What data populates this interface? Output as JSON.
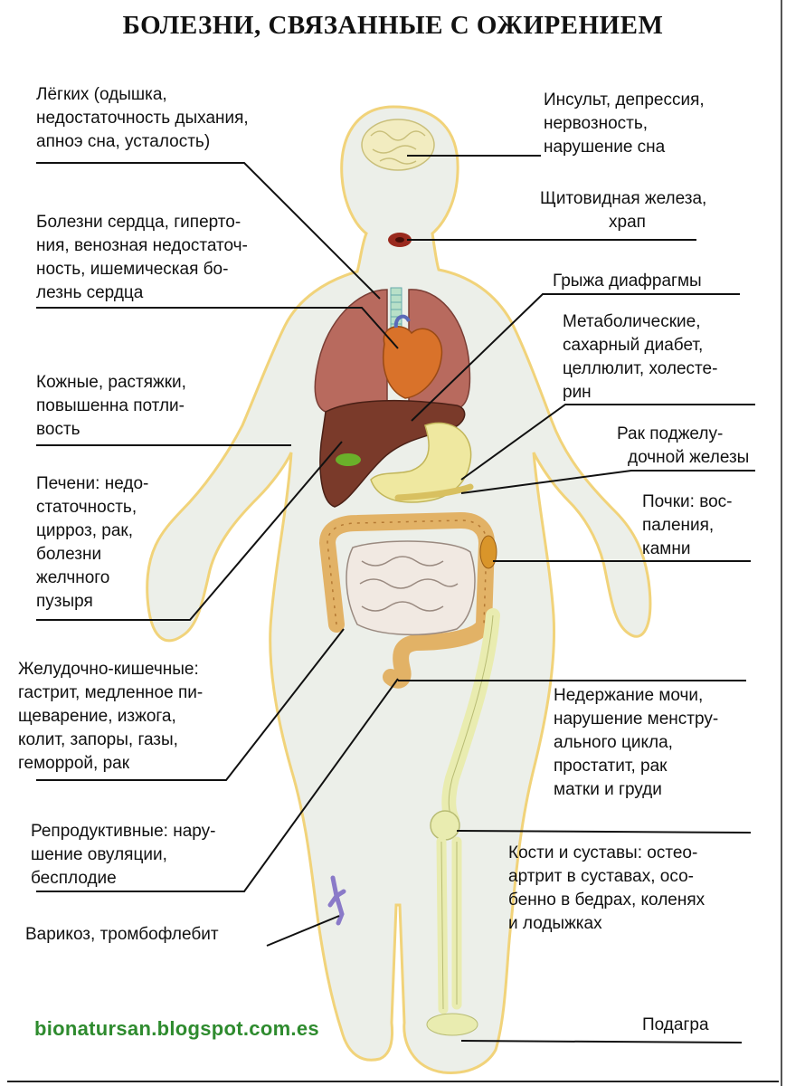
{
  "title": "БОЛЕЗНИ, СВЯЗАННЫЕ С ОЖИРЕНИЕМ",
  "website": "bionatursan.blogspot.com.es",
  "labels": {
    "lungs": [
      "Лёгких (одышка,",
      "недостаточность  дыхания,",
      "апноэ сна, усталость)"
    ],
    "heart": [
      "Болезни сердца, гиперто-",
      "ния, венозная недостаточ-",
      "ность, ишемическая бо-",
      "лезнь сердца"
    ],
    "skin": [
      "Кожные, растяжки,",
      "повышенна потли-",
      "вость"
    ],
    "liver": [
      "Печени: недо-",
      "статочность,",
      "цирроз, рак,",
      "болезни",
      "желчного",
      "пузыря"
    ],
    "gastro": [
      "Желудочно-кишечные:",
      "гастрит, медленное пи-",
      "щеварение, изжога,",
      "колит, запоры, газы,",
      "геморрой, рак"
    ],
    "reproductive": [
      "Репродуктивные: нару-",
      "шение овуляции,",
      "бесплодие"
    ],
    "varicose": [
      "Варикоз, тромбофлебит"
    ],
    "stroke": [
      "Инсульт, депрессия,",
      "нервозность,",
      "нарушение сна"
    ],
    "thyroid": [
      "Щитовидная железа,",
      "храп"
    ],
    "hernia": [
      "Грыжа диафрагмы"
    ],
    "metabolic": [
      "Метаболические,",
      "сахарный диабет,",
      "целлюлит, холесте-",
      "рин"
    ],
    "pancreas": [
      "Рак поджелу-",
      "дочной железы"
    ],
    "kidneys": [
      "Почки: вос-",
      "паления,",
      "камни"
    ],
    "incontinence": [
      "Недержание мочи,",
      "нарушение менстру-",
      "ального цикла,",
      "простатит, рак",
      "матки и груди"
    ],
    "bones": [
      "Кости и суставы: остео-",
      "артрит в суставах, осо-",
      "бенно в бедрах, коленях",
      "и лодыжках"
    ],
    "gout": [
      "Подагра"
    ]
  },
  "colors": {
    "body_fill": "#ecefe9",
    "body_outline": "#f1d37a",
    "brain": "#f2ecc0",
    "lungs": "#b86a5e",
    "heart": "#d9722a",
    "liver": "#7a3a2a",
    "stomach": "#efe8a0",
    "intestine": "#f1e9e2",
    "colon": "#e2b266",
    "bone": "#e9ecb0",
    "website": "#2e8b2e",
    "line": "#111111"
  }
}
